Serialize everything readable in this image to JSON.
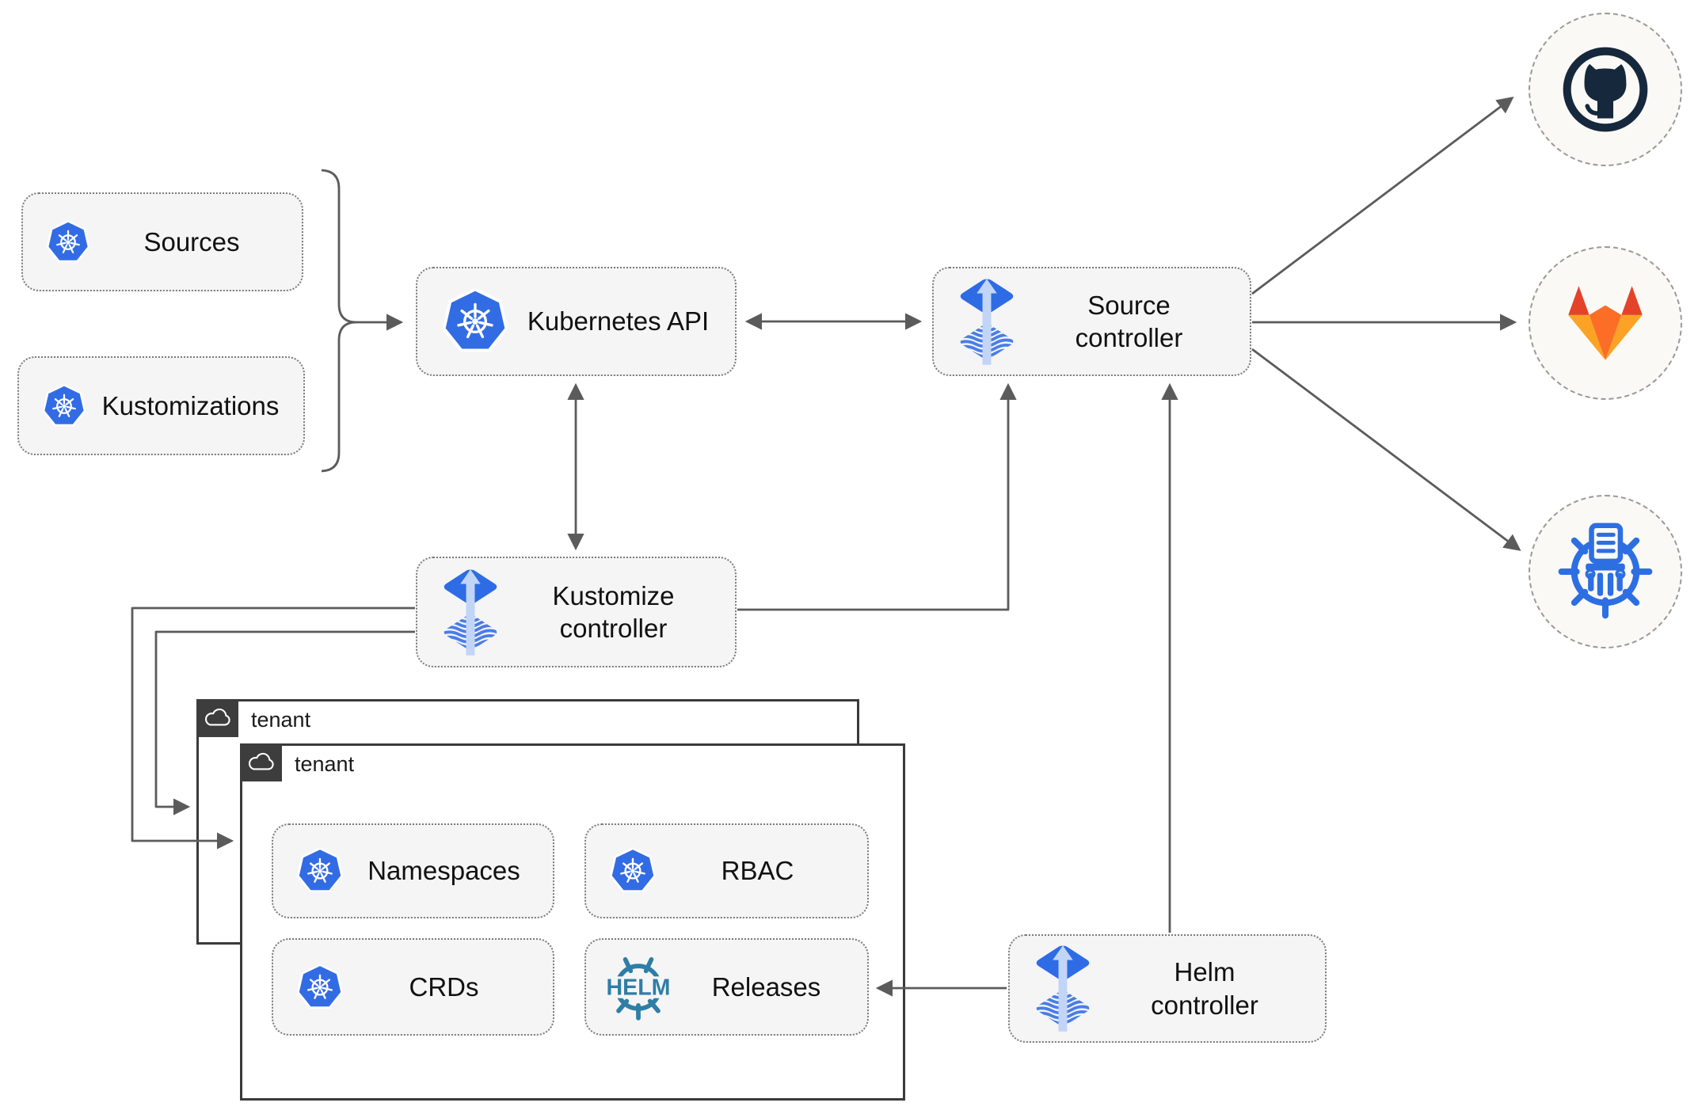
{
  "diagram": {
    "boxes": {
      "sources": {
        "label": "Sources",
        "icon": "kubernetes-icon"
      },
      "kustomizations": {
        "label": "Kustomizations",
        "icon": "kubernetes-icon"
      },
      "kubernetes_api": {
        "label": "Kubernetes API",
        "icon": "kubernetes-icon"
      },
      "source_controller": {
        "label": "Source\ncontroller",
        "icon": "flux-icon"
      },
      "kustomize_controller": {
        "label": "Kustomize\ncontroller",
        "icon": "flux-icon"
      },
      "helm_controller": {
        "label": "Helm\ncontroller",
        "icon": "flux-icon"
      }
    },
    "tenants": {
      "back": {
        "label": "tenant",
        "icon": "cloud-icon"
      },
      "front": {
        "label": "tenant",
        "icon": "cloud-icon"
      }
    },
    "resources": {
      "namespaces": {
        "label": "Namespaces",
        "icon": "kubernetes-icon"
      },
      "rbac": {
        "label": "RBAC",
        "icon": "kubernetes-icon"
      },
      "crds": {
        "label": "CRDs",
        "icon": "kubernetes-icon"
      },
      "releases": {
        "label": "Releases",
        "icon": "helm-icon"
      }
    },
    "helm_logo_text": "HELM",
    "endpoints": {
      "github": {
        "icon": "github-icon"
      },
      "gitlab": {
        "icon": "gitlab-icon"
      },
      "registry": {
        "icon": "kubernetes-registry-icon"
      }
    },
    "colors": {
      "node_fill": "#f5f5f5",
      "node_border": "#7b7b7b",
      "connector": "#5b5b5b",
      "kubernetes_blue": "#326ce5",
      "flux_blue": "#2e6ce6",
      "flux_arrow_light": "#c2d5f6",
      "flux_stripe": "#4a7de8",
      "helm_teal": "#2e7ea6",
      "github_dark": "#16283c",
      "gitlab_red": "#e24329",
      "gitlab_orange": "#fc6d26",
      "gitlab_yellow": "#fca326",
      "registry_blue": "#2d6fe3",
      "tenant_border": "#3a3a3a",
      "tenant_header": "#3d3d3d",
      "endpoint_fill": "#faf9f5",
      "endpoint_border": "#9a9a9a",
      "label_color": "#111111"
    }
  }
}
